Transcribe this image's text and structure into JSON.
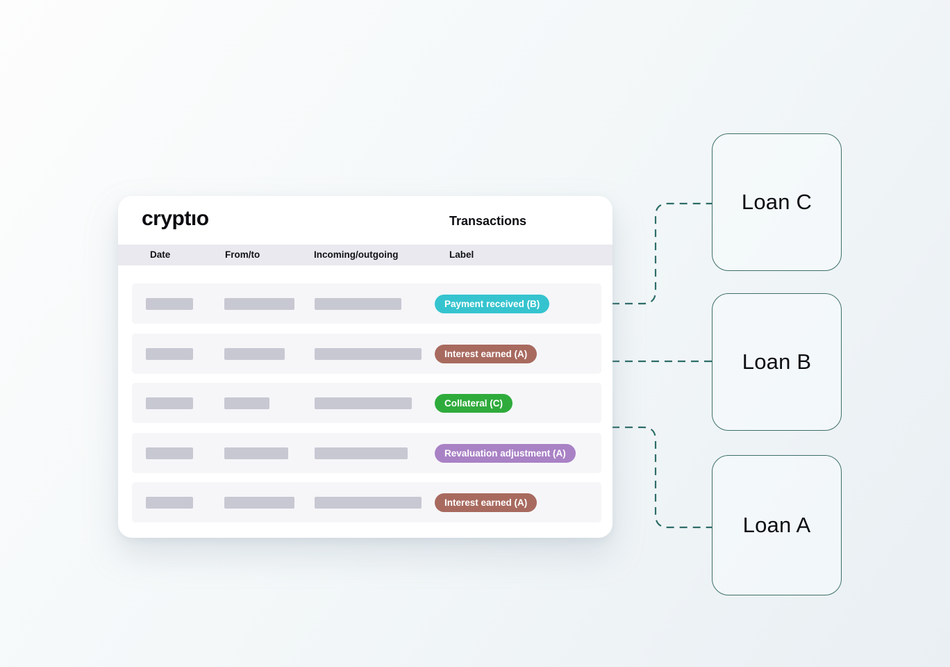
{
  "card": {
    "logo": "cryptıo",
    "title": "Transactions",
    "columns": [
      "Date",
      "From/to",
      "Incoming/outgoing",
      "Label"
    ],
    "rows": [
      {
        "label": "Payment received (B)",
        "badge_color": "#35c4cf",
        "date_w": 68,
        "fromto_w": 101,
        "inout_w": 125
      },
      {
        "label": "Interest earned (A)",
        "badge_color": "#a86a5f",
        "date_w": 68,
        "fromto_w": 87,
        "inout_w": 154
      },
      {
        "label": "Collateral (C)",
        "badge_color": "#2fab3c",
        "date_w": 68,
        "fromto_w": 65,
        "inout_w": 140
      },
      {
        "label": "Revaluation adjustment (A)",
        "badge_color": "#a982c5",
        "date_w": 68,
        "fromto_w": 92,
        "inout_w": 134
      },
      {
        "label": "Interest earned (A)",
        "badge_color": "#a86a5f",
        "date_w": 68,
        "fromto_w": 101,
        "inout_w": 154
      }
    ],
    "badge_text_color": "#ffffff"
  },
  "loans": [
    {
      "label": "Loan C"
    },
    {
      "label": "Loan B"
    },
    {
      "label": "Loan A"
    }
  ],
  "connectors": {
    "color": "#2e6d68",
    "links": [
      {
        "from": "row-1",
        "to": "Loan C"
      },
      {
        "from": "row-2",
        "to": "Loan B"
      },
      {
        "from": "row-4",
        "to": "Loan A"
      }
    ]
  }
}
